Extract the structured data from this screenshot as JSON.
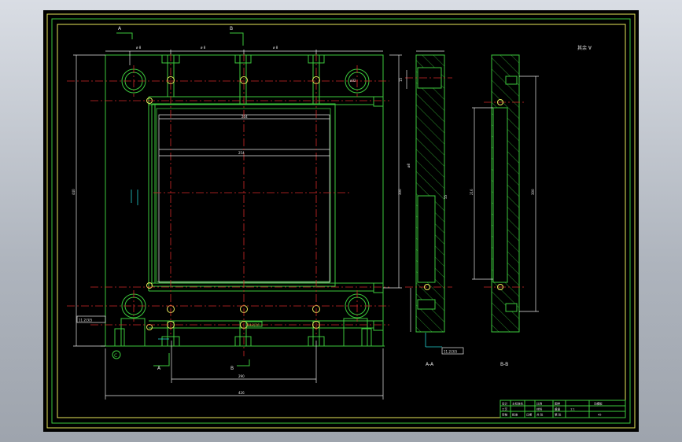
{
  "drawing": {
    "sections": {
      "a_marker": "A",
      "b_marker": "B",
      "view_aa": "A-A",
      "view_bb": "B-B"
    },
    "roughness_note": "其余 ∀",
    "callouts": {
      "left_box": "11.2(3)5",
      "mid_box": "11.2(3)5",
      "right_box": "11.2(3)5"
    },
    "datum_symbol": "C",
    "title_block": {
      "cells": [
        "设计",
        "主标准化",
        "工艺",
        "",
        "审核",
        "",
        "批准",
        "",
        "日期",
        "比例",
        "图样",
        "材料",
        "重量",
        "共 张",
        "第 张",
        "",
        "",
        "动模板",
        "",
        "1:1",
        "",
        "",
        "",
        "45"
      ]
    }
  }
}
